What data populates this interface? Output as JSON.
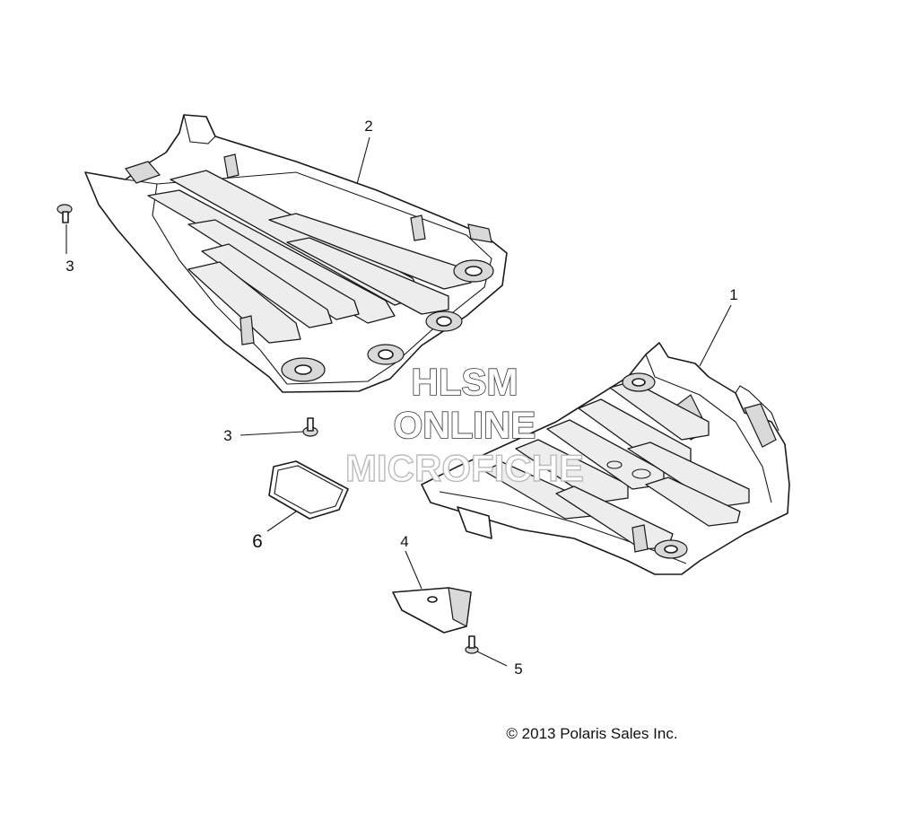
{
  "callouts": {
    "c1": "1",
    "c2": "2",
    "c3a": "3",
    "c3b": "3",
    "c4": "4",
    "c5": "5",
    "c6": "6"
  },
  "watermark": {
    "line1": "HLSM",
    "line2": "ONLINE",
    "line3": "MICROFICHE"
  },
  "copyright": "© 2013 Polaris Sales Inc."
}
